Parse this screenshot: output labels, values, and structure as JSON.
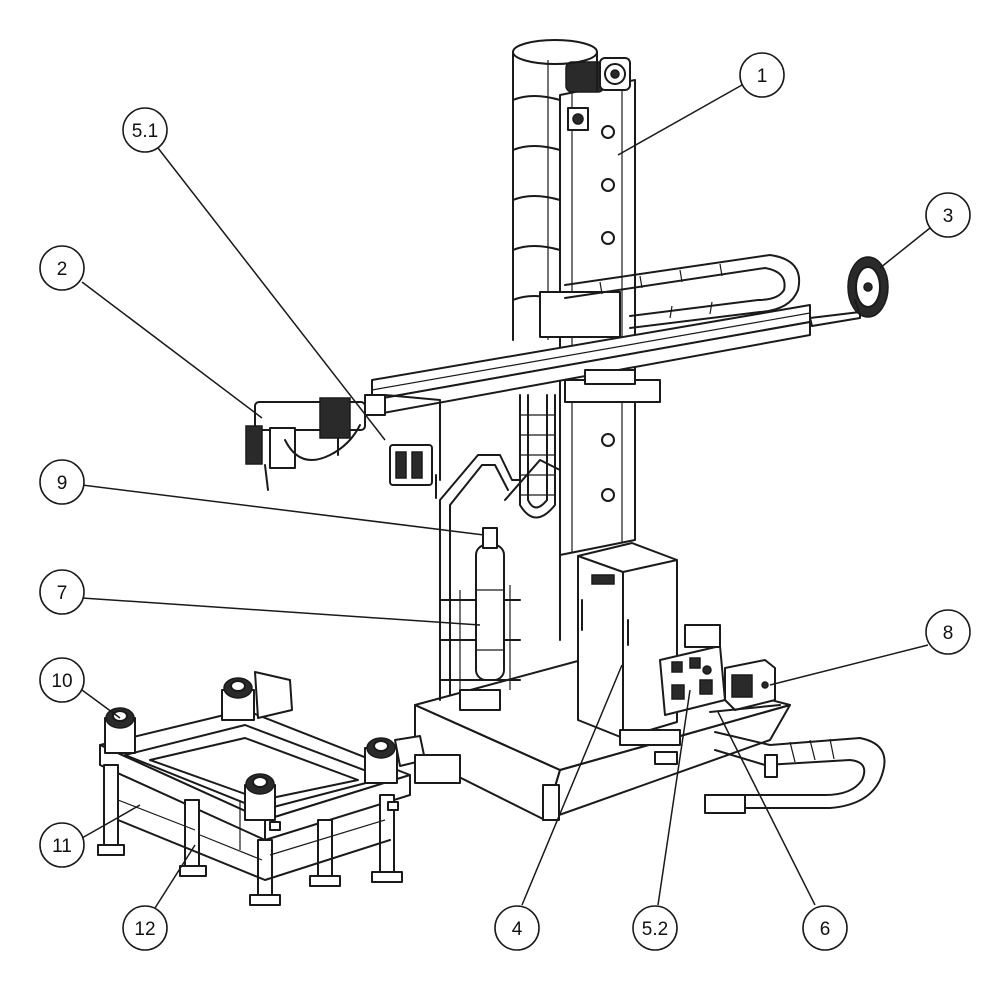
{
  "callouts": [
    {
      "id": "c1",
      "label": "1"
    },
    {
      "id": "c2",
      "label": "2"
    },
    {
      "id": "c3",
      "label": "3"
    },
    {
      "id": "c4",
      "label": "4"
    },
    {
      "id": "c5_1",
      "label": "5.1"
    },
    {
      "id": "c5_2",
      "label": "5.2"
    },
    {
      "id": "c6",
      "label": "6"
    },
    {
      "id": "c7",
      "label": "7"
    },
    {
      "id": "c8",
      "label": "8"
    },
    {
      "id": "c9",
      "label": "9"
    },
    {
      "id": "c10",
      "label": "10"
    },
    {
      "id": "c11",
      "label": "11"
    },
    {
      "id": "c12",
      "label": "12"
    }
  ],
  "colors": {
    "line": "#1a1a1a",
    "background": "#ffffff",
    "dark_fill": "#2a2a2a"
  }
}
